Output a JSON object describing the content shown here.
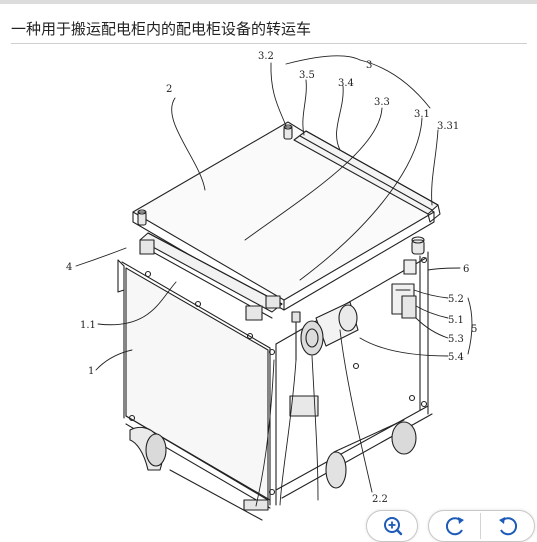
{
  "page": {
    "title": "一种用于搬运配电柜内的配电柜设备的转运车"
  },
  "figure": {
    "labels": {
      "l3": "3",
      "l32": "3.2",
      "l35": "3.5",
      "l34": "3.4",
      "l33": "3.3",
      "l31": "3.1",
      "l331": "3.31",
      "l2": "2",
      "l4": "4",
      "l6": "6",
      "l52": "5.2",
      "l51": "5.1",
      "l5": "5",
      "l53": "5.3",
      "l54": "5.4",
      "l11": "1.1",
      "l1": "1",
      "l22": "2.2"
    }
  },
  "toolbar": {
    "zoom_icon": "zoom-in-icon",
    "rotate_cw_icon": "rotate-clockwise-icon",
    "rotate_ccw_icon": "rotate-counterclockwise-icon",
    "accent": "#1e5bb8"
  }
}
